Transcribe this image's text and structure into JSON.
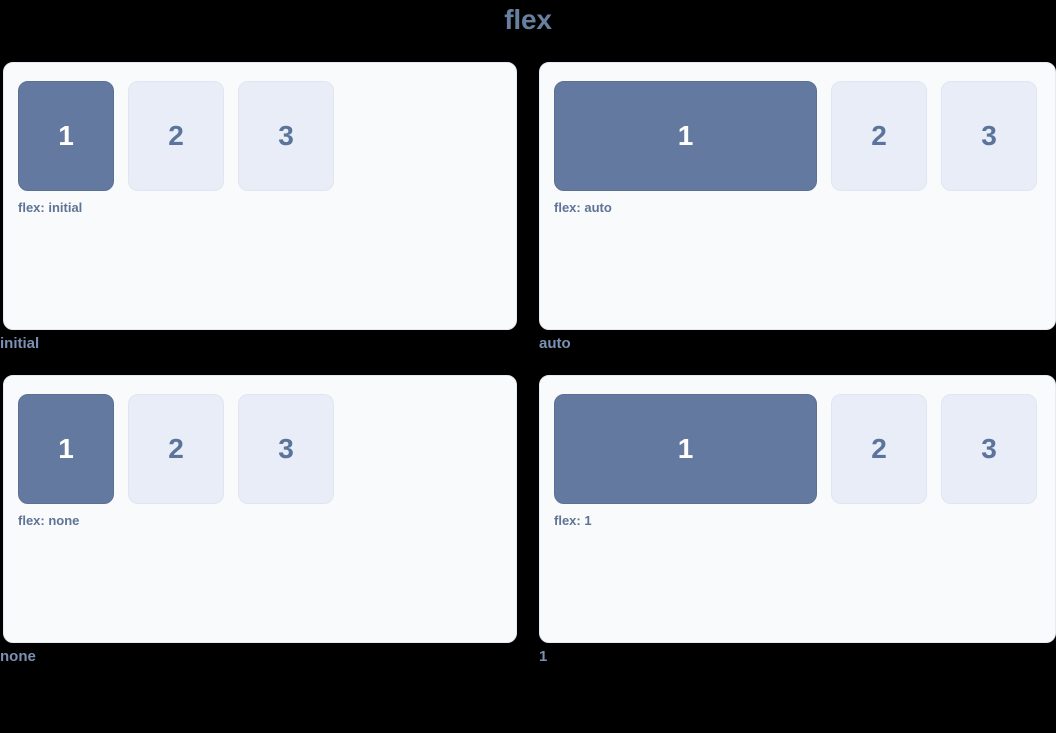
{
  "page": {
    "title": "flex",
    "background_color": "#000000",
    "title_color": "#67809f"
  },
  "colors": {
    "card_background": "#f9fafc",
    "card_border": "#e6eaf2",
    "box_background": "#e8edf7",
    "box_border": "#dfe6f2",
    "box_text": "#5b749b",
    "box_primary_background": "#64799f",
    "box_primary_text": "#ffffff",
    "note_text": "#5e7494",
    "label_text": "#7b91b4"
  },
  "demos": [
    {
      "name": "initial",
      "label": "initial",
      "note": "flex: initial",
      "mode_class": "mode-initial",
      "boxes": [
        {
          "text": "1",
          "primary": true
        },
        {
          "text": "2",
          "primary": false
        },
        {
          "text": "3",
          "primary": false
        }
      ]
    },
    {
      "name": "auto",
      "label": "auto",
      "note": "flex: auto",
      "mode_class": "mode-auto",
      "boxes": [
        {
          "text": "1",
          "primary": true
        },
        {
          "text": "2",
          "primary": false
        },
        {
          "text": "3",
          "primary": false
        }
      ]
    },
    {
      "name": "none",
      "label": "none",
      "note": "flex: none",
      "mode_class": "mode-none",
      "boxes": [
        {
          "text": "1",
          "primary": true
        },
        {
          "text": "2",
          "primary": false
        },
        {
          "text": "3",
          "primary": false
        }
      ]
    },
    {
      "name": "1",
      "label": "1",
      "note": "flex: 1",
      "mode_class": "mode-one",
      "boxes": [
        {
          "text": "1",
          "primary": true
        },
        {
          "text": "2",
          "primary": false
        },
        {
          "text": "3",
          "primary": false
        }
      ]
    }
  ]
}
